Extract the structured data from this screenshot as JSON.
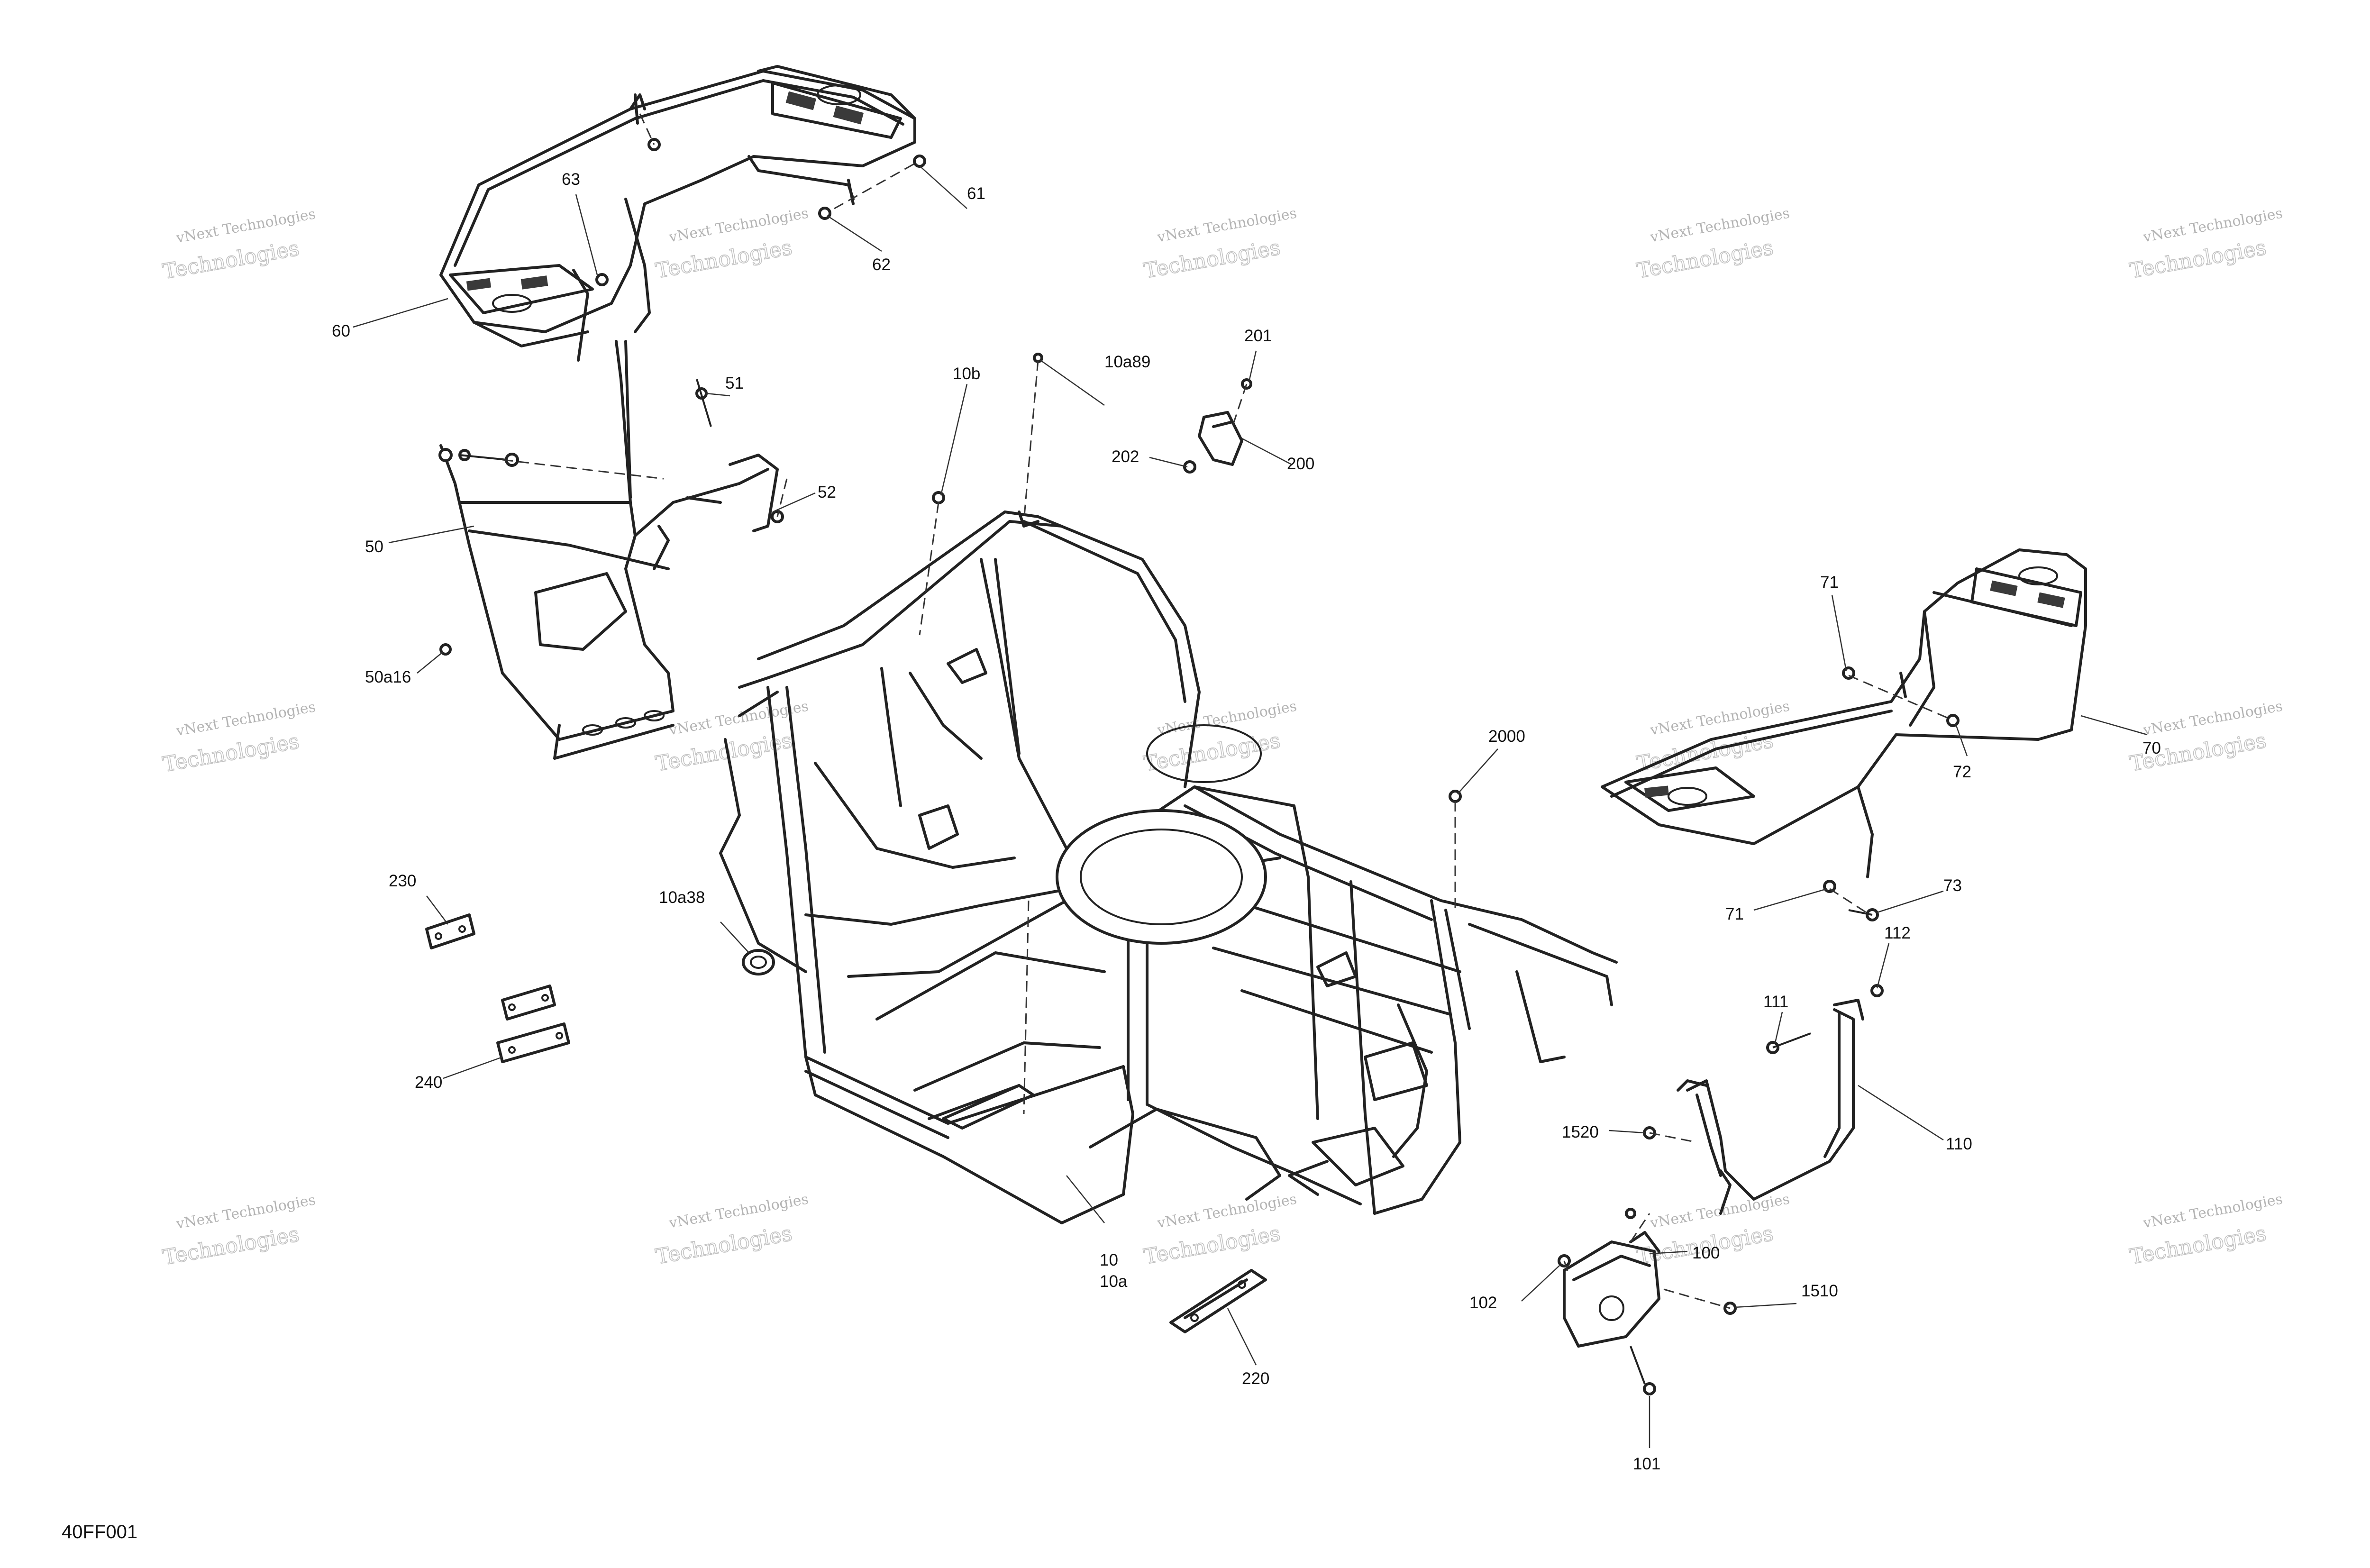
{
  "diagram_code": "40FF001",
  "watermark": {
    "line1": "vNext Technologies",
    "line2": "Technologies"
  },
  "callouts": {
    "c10": "10",
    "c10a": "10a",
    "c10a38": "10a38",
    "c10a89": "10a89",
    "c10b": "10b",
    "c50": "50",
    "c50a16": "50a16",
    "c51": "51",
    "c52": "52",
    "c60": "60",
    "c61": "61",
    "c62": "62",
    "c63": "63",
    "c70": "70",
    "c71a": "71",
    "c71b": "71",
    "c72": "72",
    "c73": "73",
    "c100": "100",
    "c101": "101",
    "c102": "102",
    "c110": "110",
    "c111": "111",
    "c112": "112",
    "c200": "200",
    "c201": "201",
    "c202": "202",
    "c220": "220",
    "c230": "230",
    "c240": "240",
    "c1510": "1510",
    "c1520": "1520",
    "c2000": "2000"
  }
}
